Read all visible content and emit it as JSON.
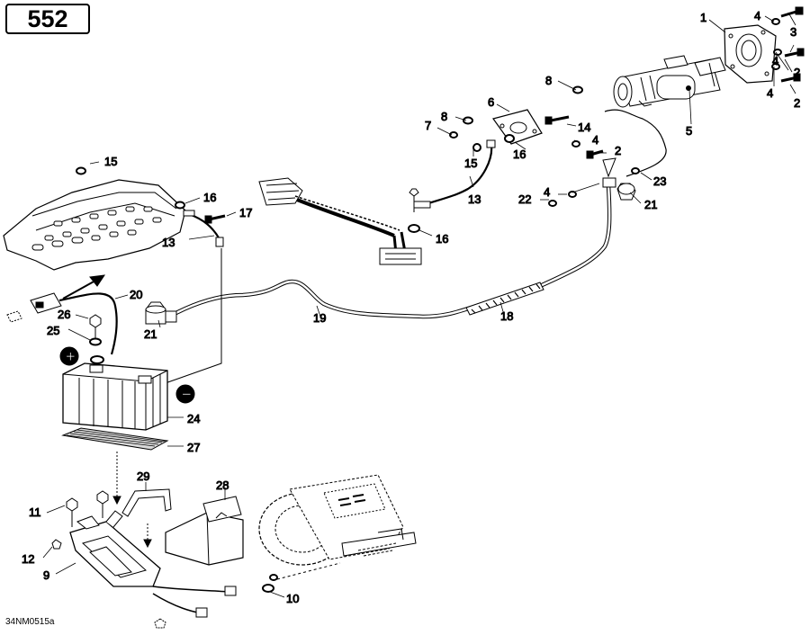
{
  "diagram": {
    "page_number": "552",
    "reference_code": "34NM0515a",
    "polarity": {
      "positive": "+",
      "negative": "−"
    },
    "callouts": {
      "c1": "1",
      "c2a": "2",
      "c2b": "2",
      "c2c": "2",
      "c3": "3",
      "c4a": "4",
      "c4b": "4",
      "c4c": "4",
      "c4d": "4",
      "c4e": "4",
      "c5": "5",
      "c6": "6",
      "c7": "7",
      "c8a": "8",
      "c8b": "8",
      "c9": "9",
      "c10": "10",
      "c11": "11",
      "c12": "12",
      "c13a": "13",
      "c13b": "13",
      "c14": "14",
      "c15a": "15",
      "c15b": "15",
      "c16a": "16",
      "c16b": "16",
      "c16c": "16",
      "c17": "17",
      "c18": "18",
      "c19": "19",
      "c20": "20",
      "c21a": "21",
      "c21b": "21",
      "c22": "22",
      "c23": "23",
      "c24": "24",
      "c25": "25",
      "c26": "26",
      "c27": "27",
      "c28": "28",
      "c29": "29"
    },
    "colors": {
      "ink": "#000000",
      "paper": "#ffffff",
      "shade": "#d9d9d9"
    }
  }
}
